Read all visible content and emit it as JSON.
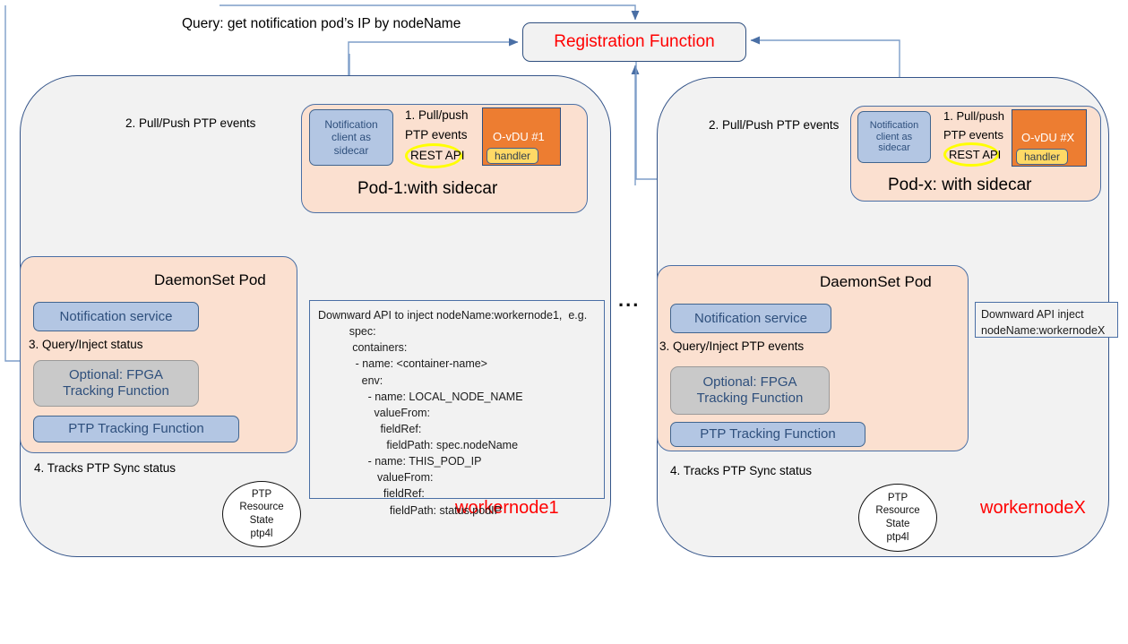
{
  "diagram": {
    "title_query": "Query: get notification pod’s IP by nodeName",
    "registration_function": "Registration Function",
    "ellipsis": "...",
    "colors": {
      "node_fill": "#f2f2f2",
      "node_border": "#35558a",
      "pod_fill": "#fbe0d0",
      "component_blue": "#b3c6e3",
      "component_grey": "#c9c9c9",
      "odu_orange": "#ed7d31",
      "handler_yellow": "#ffd966",
      "accent_red": "#ff0000",
      "arrow_blue": "#4a6fa5",
      "highlight_yellow": "#ffff00"
    }
  },
  "nodes": [
    {
      "id": "left",
      "name": "workernode1",
      "pod": {
        "title": "Pod-1:with sidecar",
        "sidecar": "Notification client as sidecar",
        "sidecar_lines": [
          "Notification",
          "client as",
          "sidecar"
        ],
        "flow_label": "1. Pull/push PTP events",
        "flow_label_lines": [
          "1. Pull/push",
          "PTP events"
        ],
        "rest_api": "REST API",
        "odu": "O-vDU #1",
        "handler": "handler"
      },
      "daemonset": {
        "title": "DaemonSet Pod",
        "notification_service": "Notification service",
        "optional_fpga": "Optional: FPGA Tracking Function",
        "optional_fpga_lines": [
          "Optional: FPGA",
          "Tracking  Function"
        ],
        "ptp_tracking": "PTP Tracking Function",
        "step3": "3. Query/Inject status",
        "step4": "4. Tracks PTP Sync status"
      },
      "pull_push_label": "2. Pull/Push PTP events",
      "ptp_state_circle": [
        "PTP",
        "Resource",
        "State",
        "ptp4l"
      ],
      "note": {
        "type": "code",
        "lines": [
          "Downward API to inject nodeName:workernode1,  e.g.",
          "          spec:",
          "           containers:",
          "            - name: <container-name>",
          "              env:",
          "                - name: LOCAL_NODE_NAME",
          "                  valueFrom:",
          "                    fieldRef:",
          "                      fieldPath: spec.nodeName",
          "                - name: THIS_POD_IP",
          "                   valueFrom:",
          "                     fieldRef:",
          "                       fieldPath: status.podIP"
        ]
      }
    },
    {
      "id": "right",
      "name": "workernodeX",
      "pod": {
        "title": "Pod-x: with sidecar",
        "sidecar": "Notification client as sidecar",
        "sidecar_lines": [
          "Notification",
          "client as",
          "sidecar"
        ],
        "flow_label": "1. Pull/push PTP events",
        "flow_label_lines": [
          "1. Pull/push",
          "PTP events"
        ],
        "rest_api": "REST API",
        "odu": "O-vDU #X",
        "handler": "handler"
      },
      "daemonset": {
        "title": "DaemonSet Pod",
        "notification_service": "Notification service",
        "optional_fpga": "Optional: FPGA Tracking Function",
        "optional_fpga_lines": [
          "Optional: FPGA",
          "Tracking  Function"
        ],
        "ptp_tracking": "PTP Tracking Function",
        "step3": "3. Query/Inject PTP events",
        "step4": "4. Tracks PTP Sync status"
      },
      "pull_push_label": "2. Pull/Push PTP events",
      "ptp_state_circle": [
        "PTP",
        "Resource",
        "State",
        "ptp4l"
      ],
      "note": {
        "type": "note",
        "lines": [
          "Downward API inject",
          "nodeName:workernodeX"
        ]
      }
    }
  ]
}
